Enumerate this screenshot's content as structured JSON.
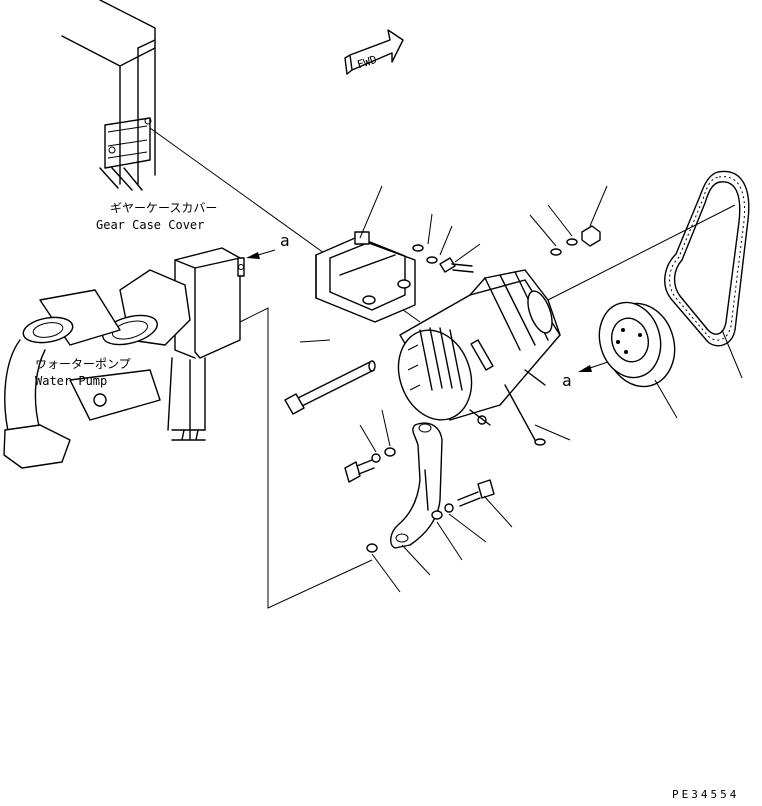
{
  "labels": {
    "gear_case_cover_jp": "ギヤーケースカバー",
    "gear_case_cover_en": "Gear Case Cover",
    "water_pump_jp": "ウォーターポンプ",
    "water_pump_en": "Water Pump",
    "ref_a_upper": "a",
    "ref_a_lower": "a",
    "fwd": "FWD",
    "drawing_number": "PE34554"
  }
}
